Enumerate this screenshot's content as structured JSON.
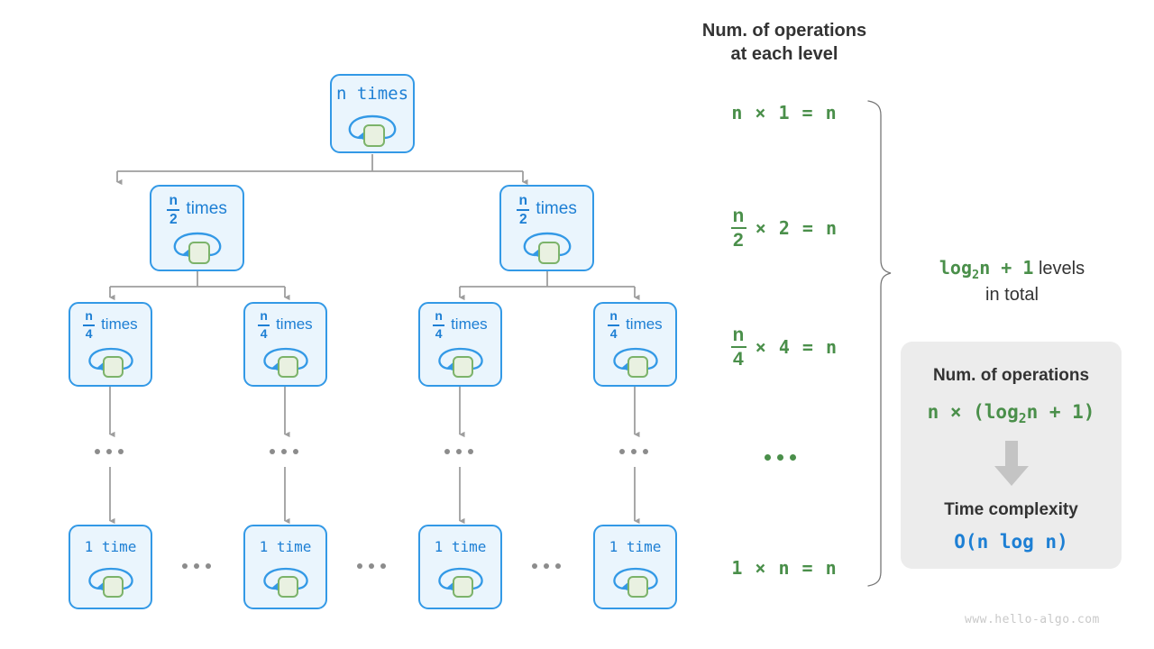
{
  "colors": {
    "node_fill": "#eaf5fd",
    "node_border": "#3399e6",
    "node_text": "#1d7fd4",
    "green_box_fill": "#e9f1e1",
    "green_box_border": "#7cb36a",
    "formula_green": "#4a8f4a",
    "connector_gray": "#9e9e9e",
    "card_bg": "#ececec",
    "heading_dark": "#333333",
    "watermark_gray": "#c9c9c9"
  },
  "tree": {
    "levels": [
      {
        "level": 1,
        "nodes": [
          {
            "label_mono": "n times",
            "kind": "mono",
            "icon": "loop-icon"
          }
        ]
      },
      {
        "level": 2,
        "nodes": [
          {
            "numerator": "n",
            "denominator": "2",
            "word": "times",
            "kind": "fraction",
            "icon": "loop-icon"
          },
          {
            "numerator": "n",
            "denominator": "2",
            "word": "times",
            "kind": "fraction",
            "icon": "loop-icon"
          }
        ]
      },
      {
        "level": 3,
        "nodes": [
          {
            "numerator": "n",
            "denominator": "4",
            "word": "times",
            "kind": "fraction",
            "icon": "loop-icon"
          },
          {
            "numerator": "n",
            "denominator": "4",
            "word": "times",
            "kind": "fraction",
            "icon": "loop-icon"
          },
          {
            "numerator": "n",
            "denominator": "4",
            "word": "times",
            "kind": "fraction",
            "icon": "loop-icon"
          },
          {
            "numerator": "n",
            "denominator": "4",
            "word": "times",
            "kind": "fraction",
            "icon": "loop-icon"
          }
        ]
      },
      {
        "level": 4,
        "ellipsis": "•••",
        "nodes": []
      },
      {
        "level": 5,
        "nodes": [
          {
            "label_mono": "1 time",
            "kind": "mono",
            "icon": "loop-icon"
          },
          {
            "label_mono": "1 time",
            "kind": "mono",
            "icon": "loop-icon"
          },
          {
            "label_mono": "1 time",
            "kind": "mono",
            "icon": "loop-icon"
          },
          {
            "label_mono": "1 time",
            "kind": "mono",
            "icon": "loop-icon"
          }
        ]
      }
    ]
  },
  "right_column": {
    "title": "Num. of operations\nat each level",
    "rows": [
      {
        "kind": "plain",
        "text": "n × 1 = n"
      },
      {
        "kind": "fraction",
        "numerator": "n",
        "denominator": "2",
        "rest": "× 2 = n"
      },
      {
        "kind": "fraction",
        "numerator": "n",
        "denominator": "4",
        "rest": "× 4 = n"
      },
      {
        "kind": "dots",
        "text": "•••"
      },
      {
        "kind": "plain",
        "text": "1 × n = n"
      }
    ]
  },
  "brace": {
    "formula": "log",
    "formula_sub": "2",
    "formula_rest": "n + 1",
    "text_line1": "levels",
    "text_line2": "in total"
  },
  "summary_card": {
    "heading_1": "Num. of operations",
    "formula_pre": "n × (log",
    "formula_sub": "2",
    "formula_post": "n + 1)",
    "arrow_icon": "down-arrow-icon",
    "heading_2": "Time complexity",
    "result": "O(n log n)"
  },
  "watermark": "www.hello-algo.com"
}
